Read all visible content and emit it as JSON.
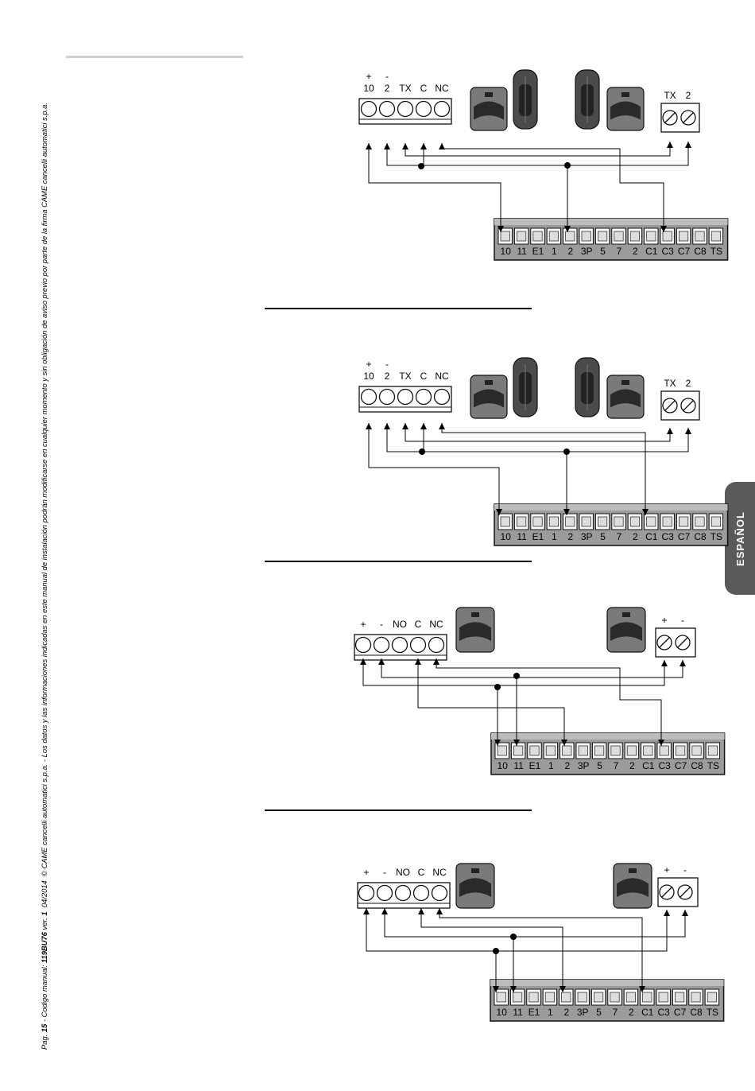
{
  "page": {
    "number": "15",
    "manual_code": "119BU76",
    "version": "1",
    "date": "04/2014",
    "copyright": "© CAME cancelli automatici s.p.a.",
    "disclaimer": "Los datos y las informaciones indicadas en este manual de instalación podrán modificarse en cualquier momento y sin obligación de aviso previo por parte de la firma CAME cancelli automatici s.p.a.",
    "language_tab": "ESPAÑOL"
  },
  "labels": {
    "pag": "Pag.",
    "codigo": "- Codigo manual:",
    "ver": "ver."
  },
  "terminal_board": [
    "10",
    "11",
    "E1",
    "1",
    "2",
    "3P",
    "5",
    "7",
    "2",
    "C1",
    "C3",
    "C7",
    "C8",
    "TS"
  ],
  "diagrams": [
    {
      "tx_block": {
        "signs": [
          "+",
          "-",
          "",
          "",
          ""
        ],
        "labels": [
          "10",
          "2",
          "TX",
          "C",
          "NC"
        ]
      },
      "rx_block": {
        "signs": [
          "",
          ""
        ],
        "labels": [
          "TX",
          "2"
        ]
      },
      "photocells": "vertical"
    },
    {
      "tx_block": {
        "signs": [
          "+",
          "-",
          "",
          "",
          ""
        ],
        "labels": [
          "10",
          "2",
          "TX",
          "C",
          "NC"
        ]
      },
      "rx_block": {
        "signs": [
          "",
          ""
        ],
        "labels": [
          "TX",
          "2"
        ]
      },
      "photocells": "vertical"
    },
    {
      "tx_block": {
        "signs": [
          "",
          "",
          "",
          "",
          ""
        ],
        "labels": [
          "+",
          "-",
          "NO",
          "C",
          "NC"
        ]
      },
      "rx_block": {
        "signs": [
          "",
          ""
        ],
        "labels": [
          "+",
          "-"
        ]
      },
      "photocells": "compact"
    },
    {
      "tx_block": {
        "signs": [
          "",
          "",
          "",
          "",
          ""
        ],
        "labels": [
          "+",
          "-",
          "NO",
          "C",
          "NC"
        ]
      },
      "rx_block": {
        "signs": [
          "",
          ""
        ],
        "labels": [
          "+",
          "-"
        ]
      },
      "photocells": "compact"
    }
  ]
}
